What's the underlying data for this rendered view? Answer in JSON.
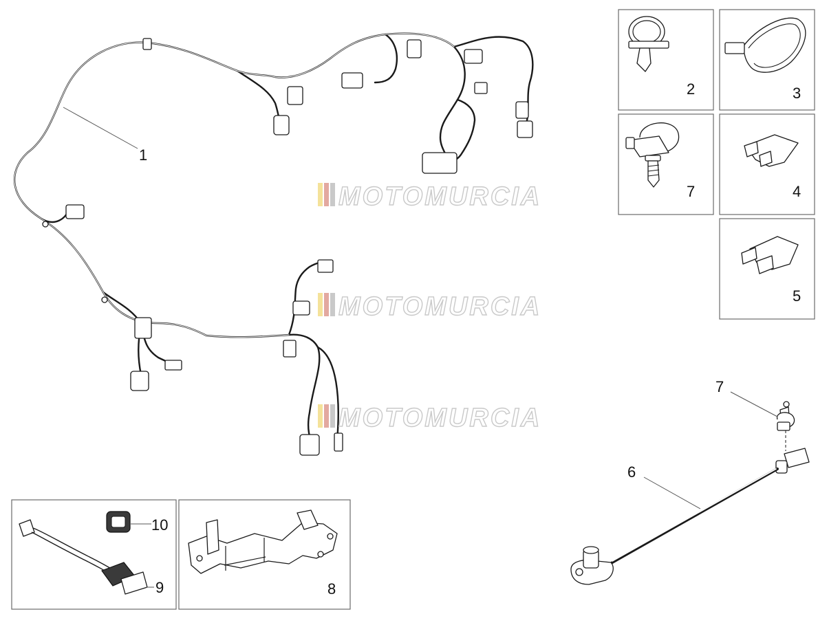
{
  "diagram": {
    "callouts": {
      "harness": "1",
      "cable_clip": "2",
      "cable_tie": "3",
      "mini_fuse": "4",
      "fuse": "5",
      "sensor": "6",
      "clip_screw_box": "7",
      "clip_screw_sensor": "7",
      "bracket": "8",
      "cable_connector": "9",
      "grommet": "10"
    },
    "watermark": {
      "text": "MOTOMURCIA",
      "stripe_colors": [
        "#f4e29a",
        "#e3a9a0",
        "#c9c9c9"
      ]
    }
  }
}
